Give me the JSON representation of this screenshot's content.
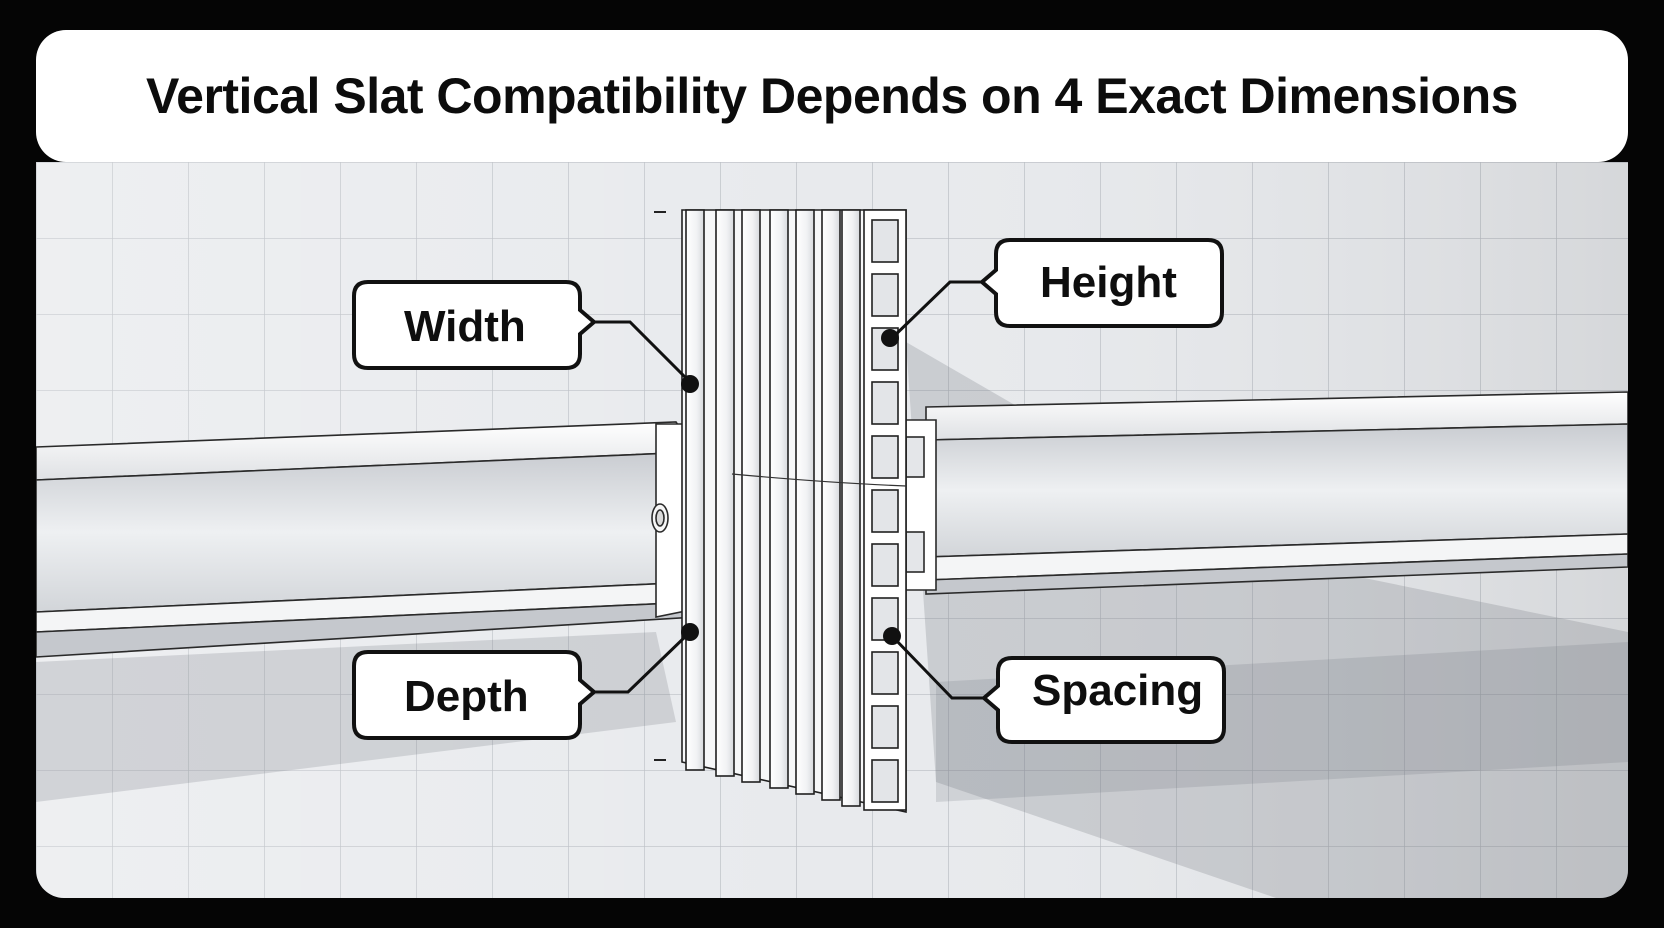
{
  "title": "Vertical Slat Compatibility Depends on 4 Exact Dimensions",
  "labels": {
    "width": "Width",
    "height": "Height",
    "depth": "Depth",
    "spacing": "Spacing"
  },
  "colors": {
    "frame": "#050505",
    "panel": "#ffffff",
    "wall": "#e6e8eb",
    "grid_line": "#b9bdc3",
    "rail": "#f4f5f6",
    "slat": "#fafafa",
    "outline": "#1a1a1a"
  }
}
